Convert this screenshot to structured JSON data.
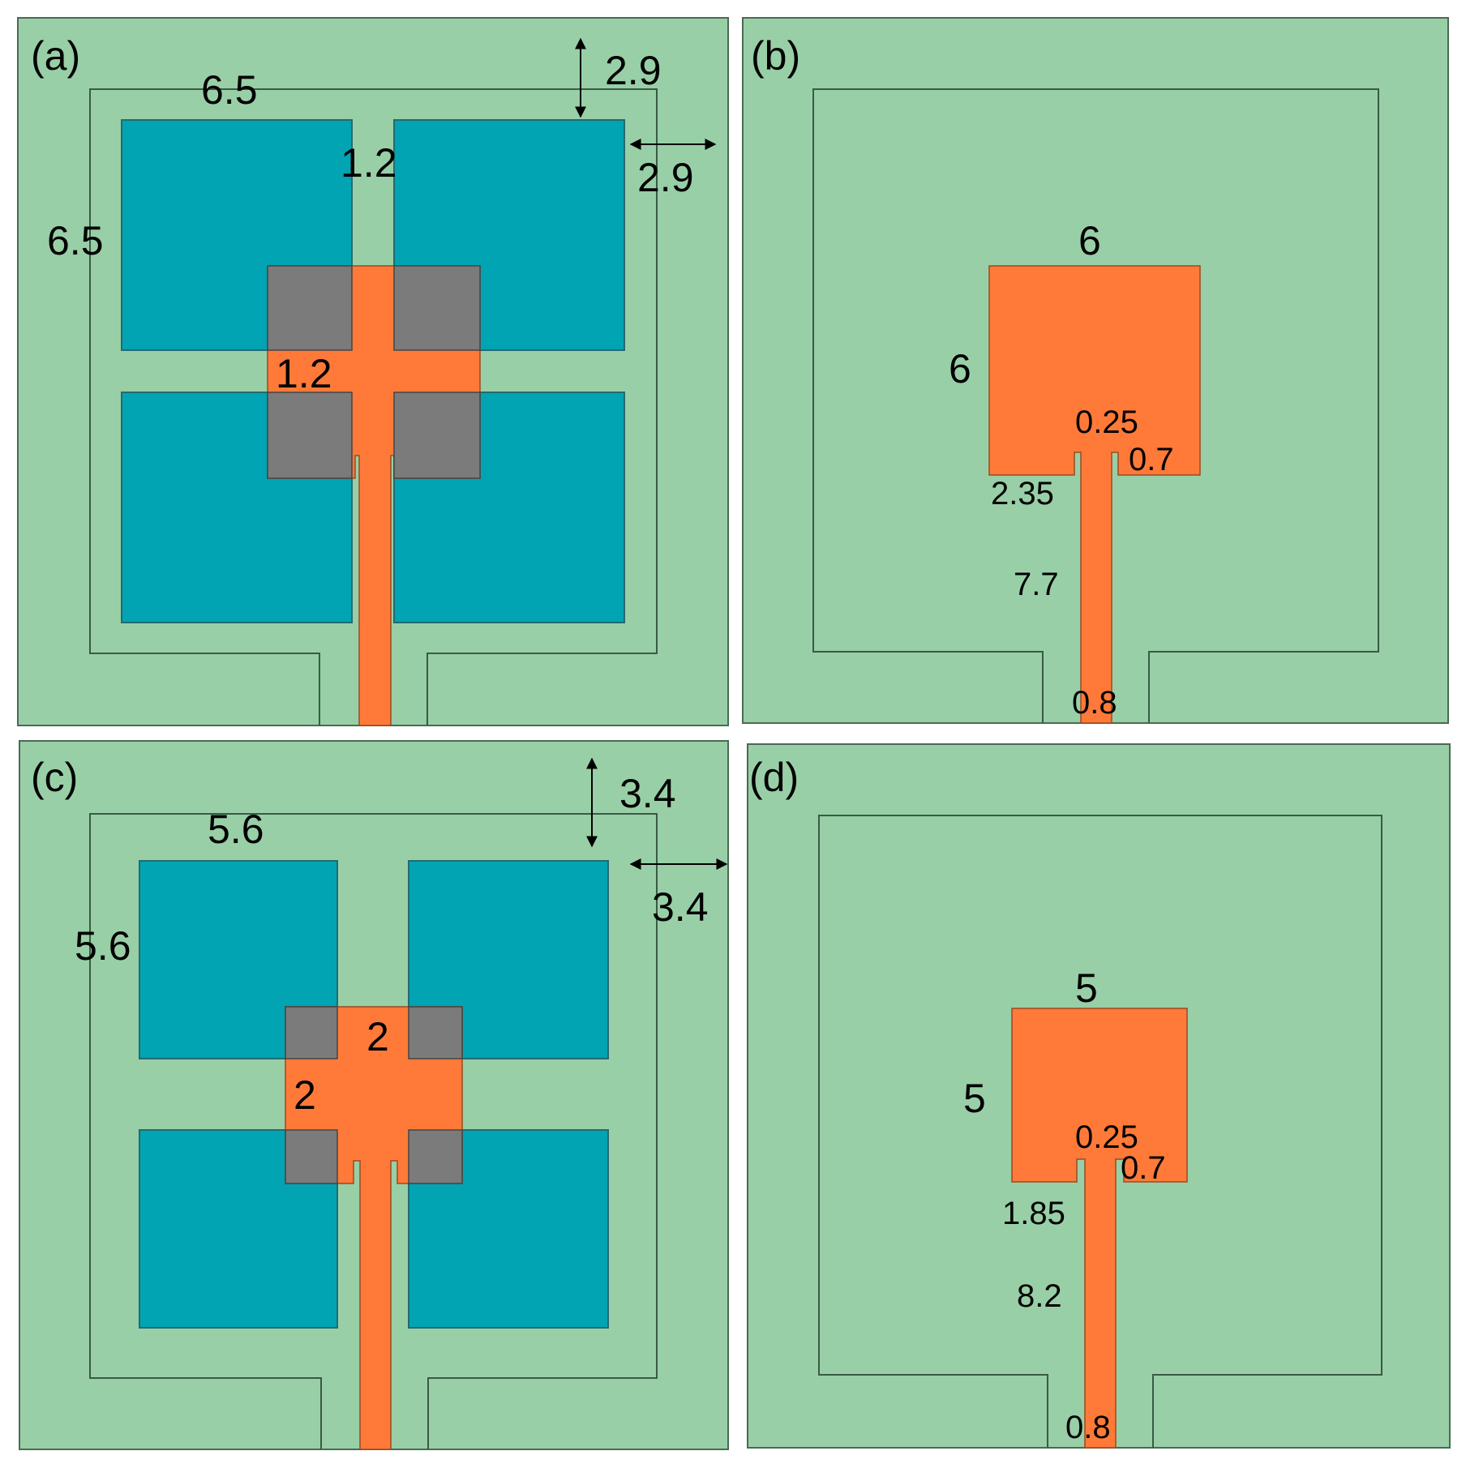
{
  "colors": {
    "substrate": "#98CFA7",
    "patch": "#00A4B3",
    "feed": "#FF7A38",
    "overlap": "#7B7B7B",
    "outline": "#3a5a44"
  },
  "panels": {
    "a": {
      "tag": "(a)",
      "dims": {
        "patch_width": "6.5",
        "patch_height": "6.5",
        "gap_horizontal": "1.2",
        "gap_vertical": "1.2",
        "margin_top": "2.9",
        "margin_right": "2.9"
      }
    },
    "b": {
      "tag": "(b)",
      "dims": {
        "patch_width": "6",
        "patch_height": "6",
        "slot_width": "0.25",
        "slot_depth": "0.7",
        "inset_offset": "2.35",
        "feed_length": "7.7",
        "feed_width": "0.8"
      }
    },
    "c": {
      "tag": "(c)",
      "dims": {
        "patch_width": "5.6",
        "patch_height": "5.6",
        "gap_horizontal": "2",
        "gap_vertical": "2",
        "margin_top": "3.4",
        "margin_right": "3.4"
      }
    },
    "d": {
      "tag": "(d)",
      "dims": {
        "patch_width": "5",
        "patch_height": "5",
        "slot_width": "0.25",
        "slot_depth": "0.7",
        "inset_offset": "1.85",
        "feed_length": "8.2",
        "feed_width": "0.8"
      }
    }
  }
}
